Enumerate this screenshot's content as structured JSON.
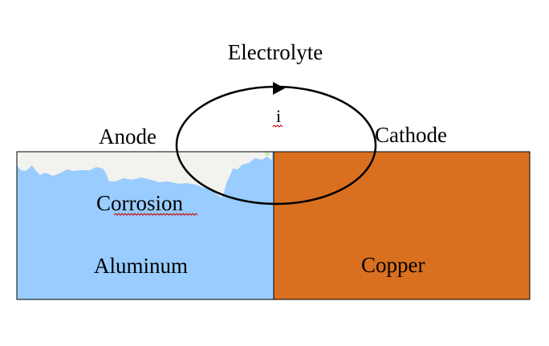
{
  "labels": {
    "electrolyte": "Electrolyte",
    "anode": "Anode",
    "cathode": "Cathode",
    "current": "i",
    "corrosion": "Corrosion",
    "aluminum": "Aluminum",
    "copper": "Copper"
  },
  "colors": {
    "aluminum": "#99ccff",
    "copper": "#d9701f",
    "corrosion": "#f2f2ee",
    "outline": "#000000",
    "spellcheck_underline": "#cc0000"
  },
  "icons": {
    "current_loop": "clockwise-ellipse-arrow"
  }
}
